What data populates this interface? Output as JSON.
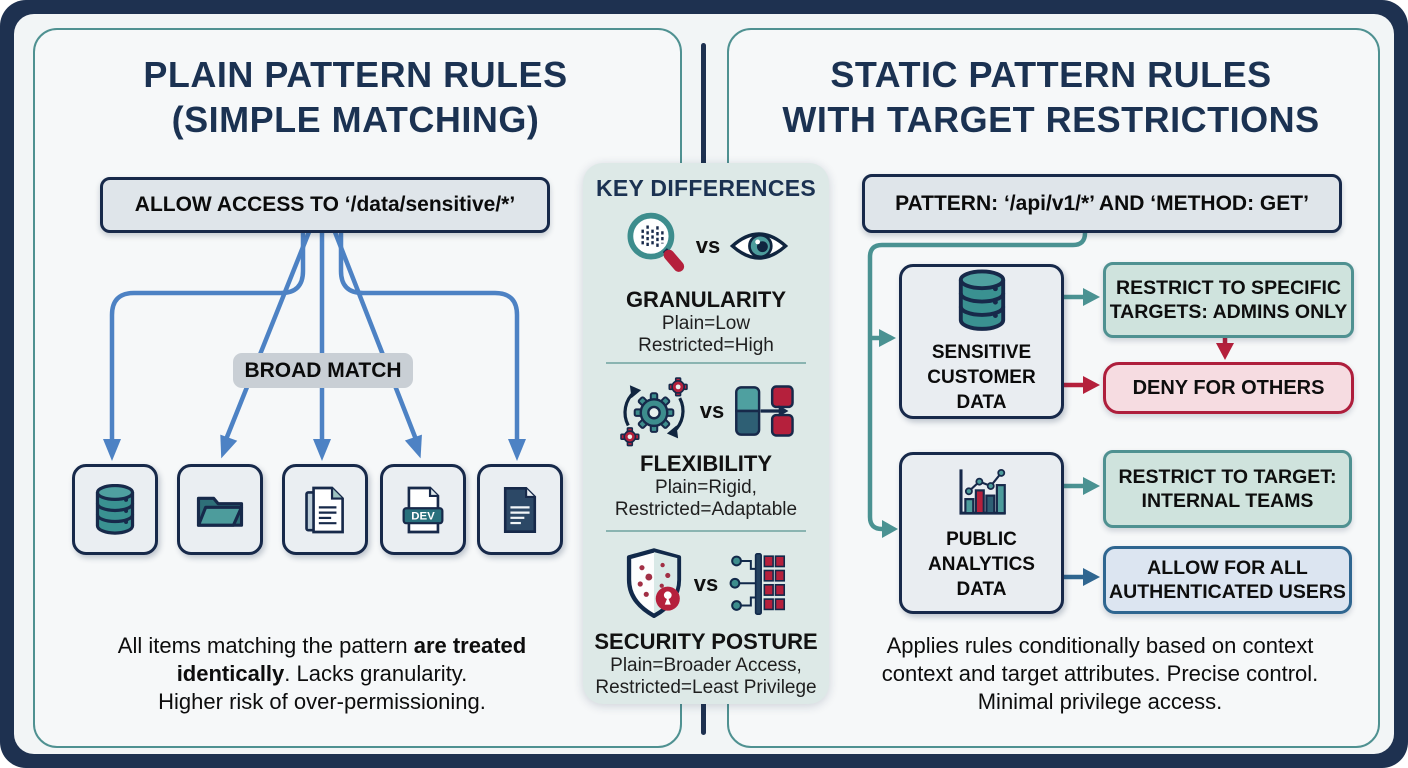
{
  "colors": {
    "frame_navy": "#1e3150",
    "panel_background": "#f6f8f9",
    "panel_border_teal": "#4f9191",
    "title_navy": "#1b3252",
    "arrow_blue": "#4d82c4",
    "icon_teal": "#3d8d8d",
    "alert_red": "#b5203c",
    "steel_blue": "#2f6690",
    "mint_panel": "#dde9e7"
  },
  "left_panel": {
    "title_line1": "PLAIN PATTERN RULES",
    "title_line2": "(SIMPLE MATCHING)",
    "rule_box_label": "ALLOW ACCESS TO ‘/data/sensitive/*’",
    "broad_match_label": "BROAD MATCH",
    "dev_badge_label": "DEV",
    "target_icons": [
      "database",
      "folder",
      "documents",
      "dev-file",
      "dark-document"
    ],
    "summary": {
      "line1_normal": "All items matching the pattern ",
      "line1_bold": "are treated",
      "line2_bold": "identically",
      "line2_normal": ". Lacks granularity.",
      "line3": "Higher risk of over-permissioning."
    }
  },
  "key_differences": {
    "title": "KEY DIFFERENCES",
    "vs_label": "vs",
    "sections": [
      {
        "heading": "GRANULARITY",
        "detail_line1": "Plain=Low",
        "detail_line2": "Restricted=High"
      },
      {
        "heading": "FLEXIBILITY",
        "detail_line1": "Plain=Rigid,",
        "detail_line2": "Restricted=Adaptable"
      },
      {
        "heading": "SECURITY POSTURE",
        "detail_line1": "Plain=Broader Access,",
        "detail_line2": "Restricted=Least Privilege"
      }
    ]
  },
  "right_panel": {
    "title_line1": "STATIC PATTERN RULES",
    "title_line2": "WITH TARGET RESTRICTIONS",
    "rule_box_label": "PATTERN: ‘/api/v1/*’ AND ‘METHOD: GET’",
    "sensitive_flow": {
      "source_line1": "SENSITIVE",
      "source_line2": "CUSTOMER DATA",
      "restrict_line1": "RESTRICT TO SPECIFIC",
      "restrict_line2": "TARGETS: ADMINS ONLY",
      "deny_label": "DENY FOR OTHERS"
    },
    "public_flow": {
      "source_line1": "PUBLIC",
      "source_line2": "ANALYTICS",
      "source_line3": "DATA",
      "restrict_line1": "RESTRICT TO TARGET:",
      "restrict_line2": "INTERNAL TEAMS",
      "allow_line1": "ALLOW FOR ALL",
      "allow_line2": "AUTHENTICATED USERS"
    },
    "summary": {
      "line1": "Applies rules conditionally based on context",
      "line2": "context and target attributes. Precise control.",
      "line3": "Minimal privilege access."
    }
  }
}
